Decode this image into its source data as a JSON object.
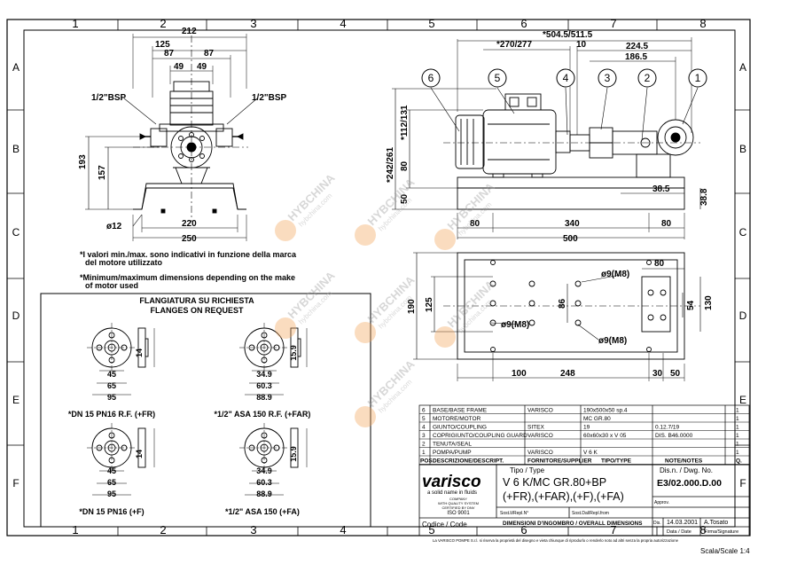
{
  "grid": {
    "cols": [
      "1",
      "2",
      "3",
      "4",
      "5",
      "6",
      "7",
      "8"
    ],
    "rows": [
      "A",
      "B",
      "C",
      "D",
      "E",
      "F"
    ]
  },
  "front_view": {
    "dims": {
      "d212": "212",
      "d125": "125",
      "d87a": "87",
      "d87b": "87",
      "d49a": "49",
      "d49b": "49",
      "d193": "193",
      "d157": "157",
      "d220": "220",
      "d250": "250",
      "d12": "ø12"
    },
    "bsp_left": "1/2\"BSP",
    "bsp_right": "1/2\"BSP"
  },
  "side_view": {
    "dims": {
      "d5045": "*504.5/511.5",
      "d270": "*270/277",
      "d10": "10",
      "d2245": "224.5",
      "d1865": "186.5",
      "d112": "*112/131",
      "d242": "*242/261",
      "d80v": "80",
      "d50v": "50",
      "d385": "38.5",
      "d388": "38.8",
      "d80h": "80",
      "d340": "340",
      "d80h2": "80",
      "d500": "500"
    },
    "callouts": [
      "6",
      "5",
      "4",
      "3",
      "2",
      "1"
    ]
  },
  "plan_view": {
    "dims": {
      "d80": "80",
      "d190": "190",
      "d125": "125",
      "d86": "86",
      "d54": "54",
      "d130": "130",
      "d100": "100",
      "d248": "248",
      "d30": "30",
      "d50": "50"
    },
    "hole_top": "ø9(M8)",
    "hole_left": "ø9(M8)",
    "hole_right": "ø9(M8)"
  },
  "notes": {
    "it_line1": "*I valori min./max. sono indicativi in funzione della marca",
    "it_line2": "del motore utilizzato",
    "en_line1": "*Minimum/maximum dimensions depending on the make",
    "en_line2": "of motor used"
  },
  "flanges": {
    "title_it": "FLANGIATURA SU RICHIESTA",
    "title_en": "FLANGES ON REQUEST",
    "f1": {
      "a": "45",
      "b": "65",
      "c": "95",
      "h": "14",
      "label": "*DN 15 PN16 R.F. (+FR)"
    },
    "f2": {
      "a": "34.9",
      "b": "60.3",
      "c": "88.9",
      "h": "15.9",
      "label": "*1/2\" ASA 150 R.F. (+FAR)"
    },
    "f3": {
      "a": "45",
      "b": "65",
      "c": "95",
      "h": "14",
      "label": "*DN 15 PN16 (+F)"
    },
    "f4": {
      "a": "34.9",
      "b": "60.3",
      "c": "88.9",
      "h": "15.9",
      "label": "*1/2\" ASA 150 (+FA)"
    }
  },
  "bom": {
    "rows": [
      {
        "pos": "6",
        "desc": "BASE/BASE FRAME",
        "supplier": "VARISCO",
        "type": "190x500x50 sp.4",
        "note": "",
        "q": "1"
      },
      {
        "pos": "5",
        "desc": "MOTORE/MOTOR",
        "supplier": "",
        "type": "MC GR.80",
        "note": "",
        "q": "1"
      },
      {
        "pos": "4",
        "desc": "GIUNTO/COUPLING",
        "supplier": "SITEX",
        "type": "19",
        "note": "0.12.7/19",
        "q": "1"
      },
      {
        "pos": "3",
        "desc": "COPRIGIUNTO/COUPLING GUARD",
        "supplier": "VARISCO",
        "type": "60x60x30 x V 05",
        "note": "DIS. B46.0000",
        "q": "1"
      },
      {
        "pos": "2",
        "desc": "TENUTA/SEAL",
        "supplier": "",
        "type": "",
        "note": "",
        "q": "1"
      },
      {
        "pos": "1",
        "desc": "POMPA/PUMP",
        "supplier": "VARISCO",
        "type": "V 6 K",
        "note": "",
        "q": "1"
      }
    ],
    "headers": {
      "pos": "POS.",
      "desc": "DESCRIZIONE/DESCRIPT.",
      "supplier": "FORNITORE/SUPPLIER",
      "type": "TIPO/TYPE",
      "note": "NOTE/NOTES",
      "q": "Q."
    }
  },
  "title_block": {
    "logo": "varisco",
    "tagline": "a solid name in fluids",
    "cert1": "COMPANY",
    "cert2": "WITH QUALITY SYSTEM",
    "cert3": "CERTIFIED BY DNV",
    "cert4": "ISO 9001",
    "tipo_label": "Tipo / Type",
    "tipo_line1": "V 6 K/MC GR.80+BP",
    "tipo_line2": "(+FR),(+FAR),(+F),(+FA)",
    "dis_label": "Dis.n. / Dwg. No.",
    "dwg_no": "E3/02.000.D.00",
    "approv": "Approv.",
    "sost": "Sost.li/Repl.N°",
    "sost_dal": "Sost.Dal/Repl.from",
    "codice": "Codice / Code",
    "desc": "DIMENSIONI D'INGOMBRO / OVERALL DIMENSIONS",
    "dis": "Dis.",
    "date": "14.03.2001",
    "signer": "A.Tosato",
    "date_label": "Data / Date",
    "sign_label": "Firma/Signature",
    "footer": "La VARISCO POMPE S.r.l. si riserva la proprietà del disegno e vieta chiunque di riprodurlo o renderlo noto ad altri senza la propria autorizzazione"
  },
  "scale": "Scala/Scale 1:4",
  "watermark": {
    "brand": "HYBCHINA",
    "url": "hybchina.com"
  }
}
